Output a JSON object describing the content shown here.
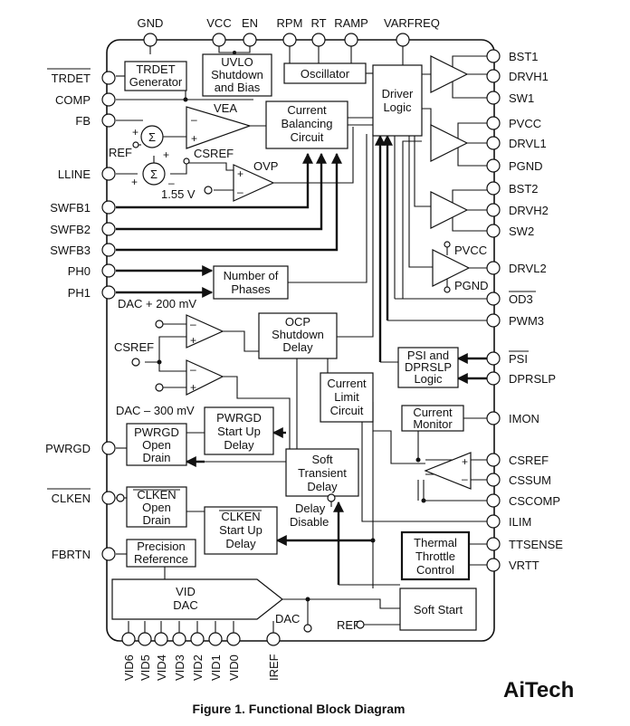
{
  "caption": "Figure 1. Functional Block Diagram",
  "watermark": {
    "text": "AiTech",
    "color_ai": "#2aa84a",
    "color_tech": "#1a1a1a"
  },
  "pins": {
    "top": [
      "GND",
      "VCC",
      "EN",
      "RPM",
      "RT",
      "RAMP",
      "VARFREQ"
    ],
    "left": [
      "TRDET",
      "COMP",
      "FB",
      "LLINE",
      "SWFB1",
      "SWFB2",
      "SWFB3",
      "PH0",
      "PH1",
      "PWRGD",
      "CLKEN",
      "FBRTN"
    ],
    "right": [
      "BST1",
      "DRVH1",
      "SW1",
      "PVCC",
      "DRVL1",
      "PGND",
      "BST2",
      "DRVH2",
      "SW2",
      "DRVL2",
      "OD3",
      "PWM3",
      "PSI",
      "DPRSLP",
      "IMON",
      "CSREF",
      "CSSUM",
      "CSCOMP",
      "ILIM",
      "TTSENSE",
      "VRTT"
    ],
    "bottom": [
      "VID6",
      "VID5",
      "VID4",
      "VID3",
      "VID2",
      "VID1",
      "VID0",
      "IREF"
    ]
  },
  "blocks": {
    "trdet_gen": [
      "TRDET",
      "Generator"
    ],
    "uvlo": [
      "UVLO",
      "Shutdown",
      "and Bias"
    ],
    "oscillator": [
      "Oscillator"
    ],
    "driver_logic": [
      "Driver",
      "Logic"
    ],
    "current_balancing": [
      "Current",
      "Balancing",
      "Circuit"
    ],
    "num_phases": [
      "Number of",
      "Phases"
    ],
    "ocp": [
      "OCP",
      "Shutdown",
      "Delay"
    ],
    "psi_logic": [
      "PSI and",
      "DPRSLP",
      "Logic"
    ],
    "current_limit": [
      "Current",
      "Limit",
      "Circuit"
    ],
    "current_monitor": [
      "Current",
      "Monitor"
    ],
    "pwrgd_startup": [
      "PWRGD",
      "Start Up",
      "Delay"
    ],
    "pwrgd_open_drain": [
      "PWRGD",
      "Open",
      "Drain"
    ],
    "soft_transient": [
      "Soft",
      "Transient",
      "Delay"
    ],
    "clken_open_drain": [
      "CLKEN",
      "Open",
      "Drain"
    ],
    "clken_startup": [
      "CLKEN",
      "Start Up",
      "Delay"
    ],
    "thermal": [
      "Thermal",
      "Throttle",
      "Control"
    ],
    "precision_ref": [
      "Precision",
      "Reference"
    ],
    "vid_dac": [
      "VID",
      "DAC"
    ],
    "soft_start": [
      "Soft Start"
    ]
  },
  "labels": {
    "vea": "VEA",
    "ovp": "OVP",
    "ref": "REF",
    "csref_int": "CSREF",
    "csref_int2": "CSREF",
    "v155": "1.55 V",
    "dac_plus": "DAC + 200 mV",
    "dac_minus": "DAC – 300 mV",
    "delay_disable_1": "Delay",
    "delay_disable_2": "Disable",
    "dac_node": "DAC",
    "ref_node": "REF",
    "pvcc_int": "PVCC",
    "pgnd_int": "PGND",
    "sigma": "Σ",
    "plus": "+",
    "minus": "–"
  }
}
